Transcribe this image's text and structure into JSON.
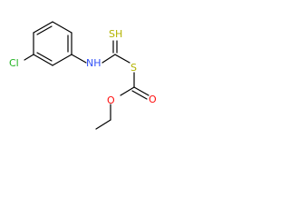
{
  "atoms": {
    "cl": {
      "label": "Cl",
      "color": "#1fb31f"
    },
    "nh": {
      "label": "NH",
      "color": "#3050f8"
    },
    "sh": {
      "label": "SH",
      "color": "#b3b300"
    },
    "s": {
      "label": "S",
      "color": "#b3b300"
    },
    "o_carbonyl": {
      "label": "O",
      "color": "#ff0d0d"
    },
    "o_ester": {
      "label": "O",
      "color": "#ff0d0d"
    }
  },
  "colors": {
    "carbon_bond": "#000000",
    "background": "#ffffff"
  }
}
